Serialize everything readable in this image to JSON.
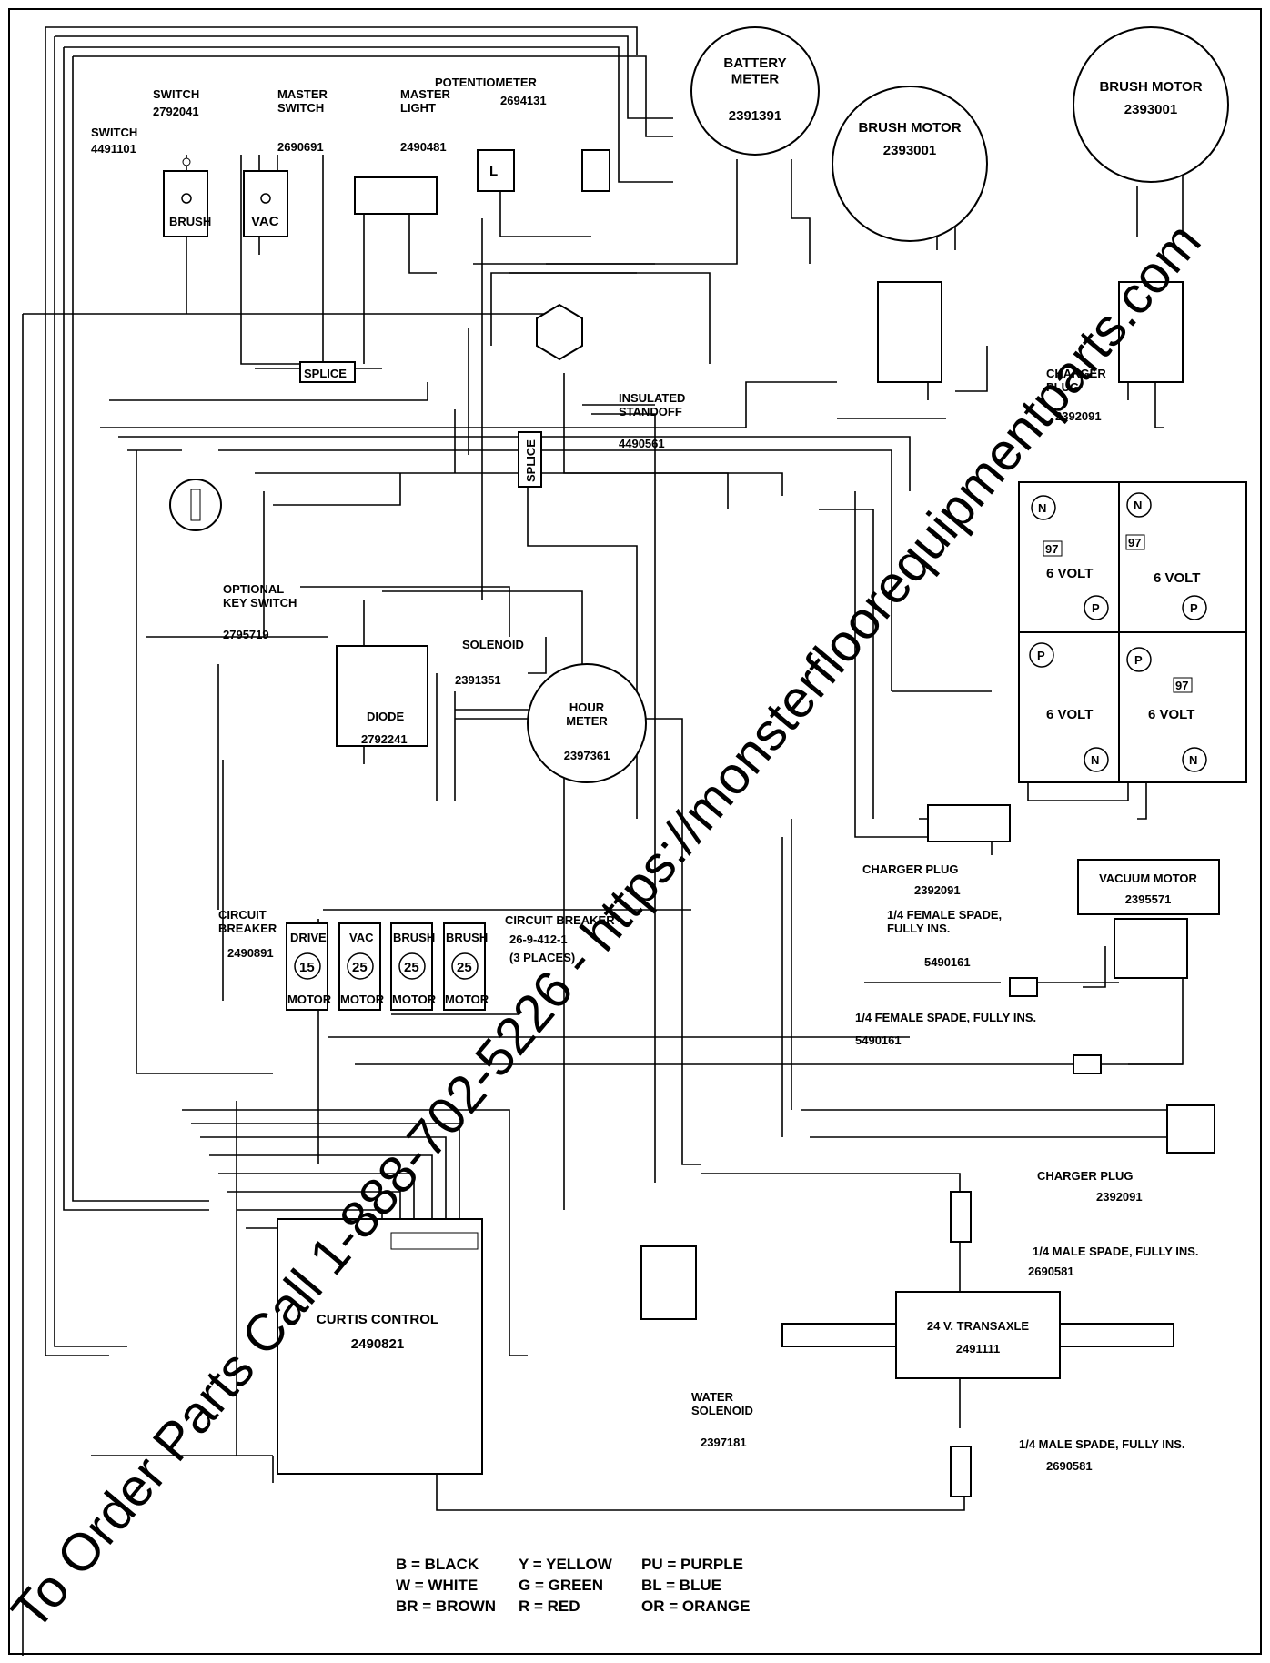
{
  "components": {
    "switch_brush": {
      "title": "SWITCH",
      "part": "4491101",
      "face": "BRUSH"
    },
    "switch_vac": {
      "title": "SWITCH",
      "part": "2792041",
      "face": "VAC"
    },
    "master_switch": {
      "title": "MASTER\nSWITCH",
      "part": "2690691"
    },
    "master_light": {
      "title": "MASTER\nLIGHT",
      "part": "2490481",
      "face": "L"
    },
    "potentiometer": {
      "title": "POTENTIOMETER",
      "part": "2694131"
    },
    "battery_meter": {
      "title": "BATTERY\nMETER",
      "part": "2391391"
    },
    "brush_motor_1": {
      "title": "BRUSH MOTOR",
      "part": "2393001"
    },
    "brush_motor_2": {
      "title": "BRUSH MOTOR",
      "part": "2393001"
    },
    "insulated_standoff": {
      "title": "INSULATED\nSTANDOFF",
      "part": "4490561"
    },
    "charger_plug_top": {
      "title": "CHARGER\nPLUG",
      "part": "2392091"
    },
    "optional_key_switch": {
      "title": "OPTIONAL\nKEY SWITCH",
      "part": "2795719"
    },
    "solenoid": {
      "title": "SOLENOID",
      "part": "2391351"
    },
    "diode": {
      "title": "DIODE",
      "part": "2792241"
    },
    "hour_meter": {
      "title": "HOUR\nMETER",
      "part": "2397361"
    },
    "circuit_breaker_drive": {
      "title": "CIRCUIT\nBREAKER",
      "part": "2490891"
    },
    "circuit_breaker_brush": {
      "title": "CIRCUIT BREAKER",
      "part": "26-9-412-1",
      "note": "(3 PLACES)"
    },
    "charger_plug_mid": {
      "title": "CHARGER PLUG",
      "part": "2392091"
    },
    "vacuum_motor": {
      "title": "VACUUM MOTOR",
      "part": "2395571"
    },
    "female_spade_1": {
      "title": "1/4 FEMALE SPADE,\nFULLY INS.",
      "part": "5490161"
    },
    "female_spade_2": {
      "title": "1/4 FEMALE SPADE, FULLY INS.",
      "part": "5490161"
    },
    "charger_plug_low": {
      "title": "CHARGER PLUG",
      "part": "2392091"
    },
    "male_spade_1": {
      "title": "1/4 MALE SPADE, FULLY INS.",
      "part": "2690581"
    },
    "male_spade_2": {
      "title": "1/4 MALE SPADE, FULLY INS.",
      "part": "2690581"
    },
    "transaxle": {
      "title": "24 V. TRANSAXLE",
      "part": "2491111"
    },
    "curtis_control": {
      "title": "CURTIS CONTROL",
      "part": "2490821"
    },
    "water_solenoid": {
      "title": "WATER\nSOLENOID",
      "part": "2397181"
    }
  },
  "splice_label": "SPLICE",
  "batteries": [
    "6 VOLT",
    "6 VOLT",
    "6 VOLT",
    "6 VOLT"
  ],
  "battery_terms": {
    "neg": "N",
    "pos": "P",
    "tag": "97"
  },
  "breakers": [
    {
      "top": "DRIVE",
      "rating": "15",
      "bottom": "MOTOR"
    },
    {
      "top": "VAC",
      "rating": "25",
      "bottom": "MOTOR"
    },
    {
      "top": "BRUSH",
      "rating": "25",
      "bottom": "MOTOR"
    },
    {
      "top": "BRUSH",
      "rating": "25",
      "bottom": "MOTOR"
    }
  ],
  "legend": [
    [
      "B = BLACK",
      "Y = YELLOW",
      "PU = PURPLE"
    ],
    [
      "W = WHITE",
      "G = GREEN",
      "BL = BLUE"
    ],
    [
      "BR = BROWN",
      "R = RED",
      "OR = ORANGE"
    ]
  ],
  "watermark_1": "To Order Parts Call 1-888-702-5226 - https://monsterfloorequipmentparts.com"
}
